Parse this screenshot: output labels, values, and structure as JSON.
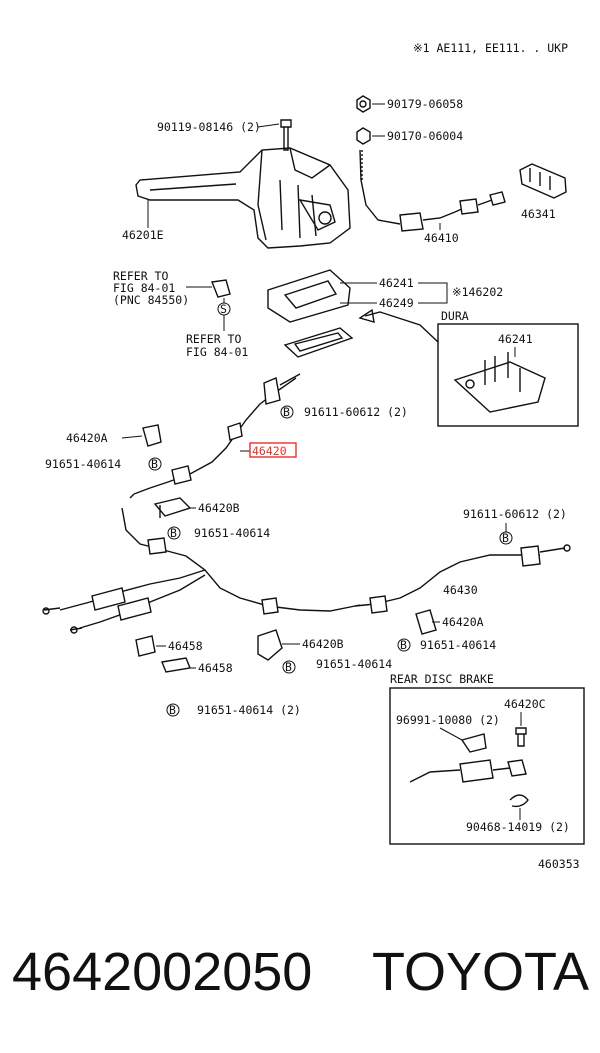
{
  "header": {
    "applicability": "※1 AE111, EE111. . UKP"
  },
  "labels": {
    "p90119": "90119-08146 (2)",
    "p90179": "90179-06058",
    "p90170": "90170-06004",
    "p46201E": "46201E",
    "p46410": "46410",
    "p46341": "46341",
    "refer1": "REFER TO",
    "refer2": "FIG 84-01",
    "refer3": "(PNC 84550)",
    "s_circle": "S",
    "referS1": "REFER TO",
    "referS2": "FIG 84-01",
    "p46241": "46241",
    "p46249": "46249",
    "p146202": "※146202",
    "dura": "DURA",
    "dura46241": "46241",
    "p91611a": "91611-60612 (2)",
    "p46420A_1": "46420A",
    "p46420": "46420",
    "p91651_1": "91651-40614",
    "p46420B_1": "46420B",
    "p91651_2": "91651-40614",
    "p91611b": "91611-60612 (2)",
    "p46430": "46430",
    "p46420A_2": "46420A",
    "p91651_3": "91651-40614",
    "p46458a": "46458",
    "p46458b": "46458",
    "p46420B_2": "46420B",
    "p91651_4": "91651-40614",
    "p91651_5": "91651-40614 (2)",
    "rear_disc": "REAR DISC BRAKE",
    "p46420C": "46420C",
    "p96991": "96991-10080 (2)",
    "p90468": "90468-14019 (2)",
    "diagram_id": "460353",
    "bolt_marker": "B"
  },
  "footer": {
    "part_number": "4642002050",
    "brand": "TOYOTA"
  },
  "colors": {
    "highlight": "#e8312a",
    "ink": "#111111"
  }
}
